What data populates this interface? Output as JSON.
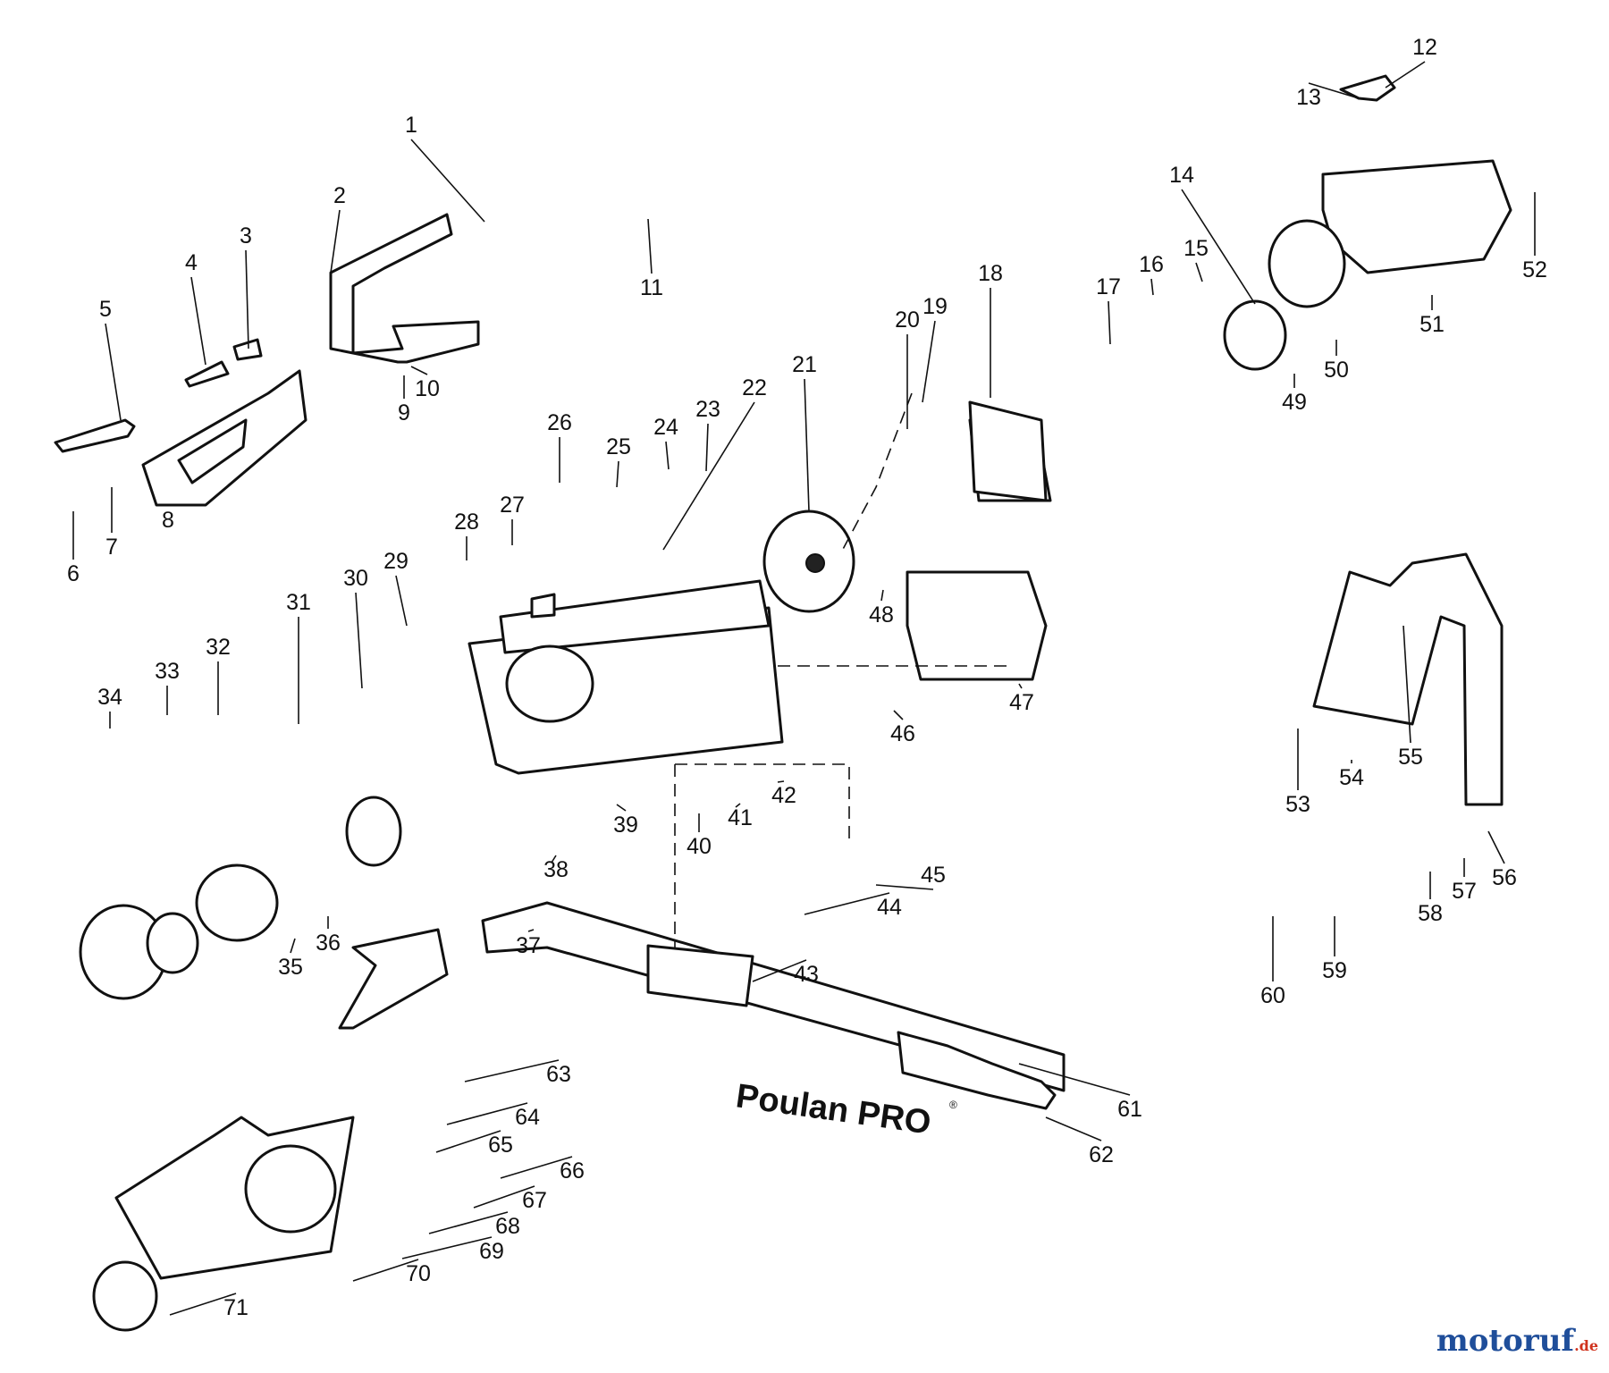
{
  "diagram": {
    "part_numbers": [
      "1",
      "2",
      "3",
      "4",
      "5",
      "6",
      "7",
      "8",
      "9",
      "10",
      "11",
      "12",
      "13",
      "14",
      "15",
      "16",
      "17",
      "18",
      "19",
      "20",
      "21",
      "22",
      "23",
      "24",
      "25",
      "26",
      "27",
      "28",
      "29",
      "30",
      "31",
      "32",
      "33",
      "34",
      "35",
      "36",
      "37",
      "38",
      "39",
      "40",
      "41",
      "42",
      "43",
      "44",
      "45",
      "46",
      "47",
      "48",
      "49",
      "50",
      "51",
      "52",
      "53",
      "54",
      "55",
      "56",
      "57",
      "58",
      "59",
      "60",
      "61",
      "62",
      "63",
      "64",
      "65",
      "66",
      "67",
      "68",
      "69",
      "70",
      "71"
    ],
    "bar_brand": "Poulan PRO",
    "bar_brand_mark": "®"
  },
  "watermark": {
    "main": "motoruf",
    "suffix": ".de",
    "color_main": "#1f4e9a",
    "color_suffix": "#d0321d"
  }
}
